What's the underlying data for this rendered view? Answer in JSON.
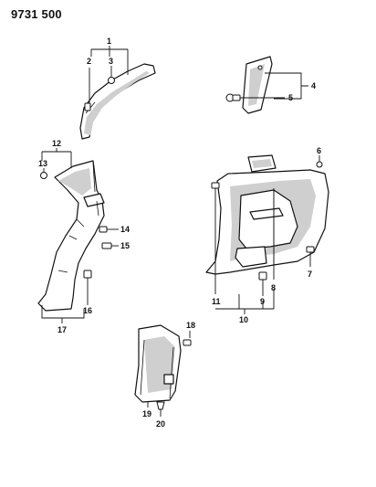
{
  "diagram": {
    "part_number": "9731 500",
    "callouts": [
      "1",
      "2",
      "3",
      "4",
      "5",
      "6",
      "7",
      "8",
      "9",
      "10",
      "11",
      "12",
      "13",
      "14",
      "15",
      "16",
      "17",
      "18",
      "19",
      "20"
    ]
  }
}
